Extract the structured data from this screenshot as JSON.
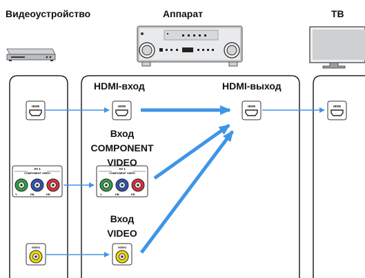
{
  "headers": {
    "video_device": "Видеоустройство",
    "unit": "Аппарат",
    "tv": "ТВ"
  },
  "receiver_labels": {
    "hdmi_in": "HDMI-вход",
    "hdmi_out": "HDMI-выход",
    "component_line1": "Вход",
    "component_line2": "COMPONENT",
    "component_line3": "VIDEO",
    "video_line1": "Вход",
    "video_line2": "VIDEO"
  },
  "port_labels": {
    "hdmi": "HDMI",
    "av1": "AV 1",
    "component_video": "COMPONENT VIDEO",
    "y": "Y",
    "pb": "PB",
    "pr": "PR",
    "video": "VIDEO"
  },
  "colors": {
    "arrow": "#3d95e8",
    "connector_y": "#2f9e44",
    "connector_pb": "#2f55b5",
    "connector_pr": "#d8313a",
    "connector_video": "#f0d800"
  }
}
